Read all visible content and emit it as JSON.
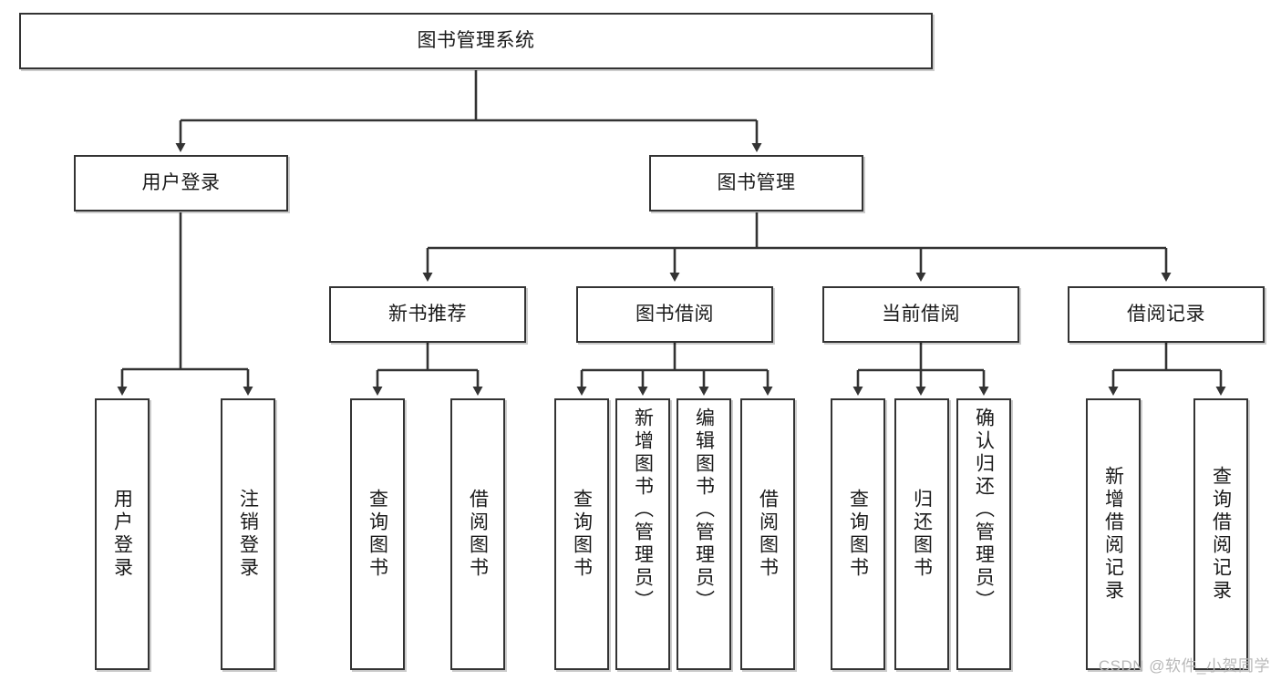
{
  "diagram": {
    "title": "图书管理系统",
    "type": "tree",
    "root": {
      "id": "root",
      "label": "图书管理系统"
    },
    "level2": [
      {
        "id": "user-login",
        "label": "用户登录"
      },
      {
        "id": "book-management",
        "label": "图书管理"
      }
    ],
    "level3": [
      {
        "id": "new-book-recommend",
        "label": "新书推荐",
        "parent": "book-management"
      },
      {
        "id": "book-borrow",
        "label": "图书借阅",
        "parent": "book-management"
      },
      {
        "id": "current-borrow",
        "label": "当前借阅",
        "parent": "book-management"
      },
      {
        "id": "borrow-record",
        "label": "借阅记录",
        "parent": "book-management"
      }
    ],
    "leaves": {
      "user-login": [
        {
          "id": "leaf-user-login",
          "label": "用户登录"
        },
        {
          "id": "leaf-user-logout",
          "label": "注销登录"
        }
      ],
      "new-book-recommend": [
        {
          "id": "leaf-query-book-1",
          "label": "查询图书"
        },
        {
          "id": "leaf-borrow-book-1",
          "label": "借阅图书"
        }
      ],
      "book-borrow": [
        {
          "id": "leaf-query-book-2",
          "label": "查询图书"
        },
        {
          "id": "leaf-add-book",
          "label": "新增图书（管理员）"
        },
        {
          "id": "leaf-edit-book",
          "label": "编辑图书（管理员）"
        },
        {
          "id": "leaf-borrow-book-2",
          "label": "借阅图书"
        }
      ],
      "current-borrow": [
        {
          "id": "leaf-query-book-3",
          "label": "查询图书"
        },
        {
          "id": "leaf-return-book",
          "label": "归还图书"
        },
        {
          "id": "leaf-confirm-return",
          "label": "确认归还（管理员）"
        }
      ],
      "borrow-record": [
        {
          "id": "leaf-add-record",
          "label": "新增借阅记录"
        },
        {
          "id": "leaf-query-record",
          "label": "查询借阅记录"
        }
      ]
    }
  },
  "watermark": {
    "text": "CSDN @软件_小贺同学"
  },
  "colors": {
    "box_border": "#333333",
    "box_fill": "#ffffff",
    "edge": "#333333",
    "text": "#1a1a1a",
    "watermark": "#b8b8b8"
  }
}
